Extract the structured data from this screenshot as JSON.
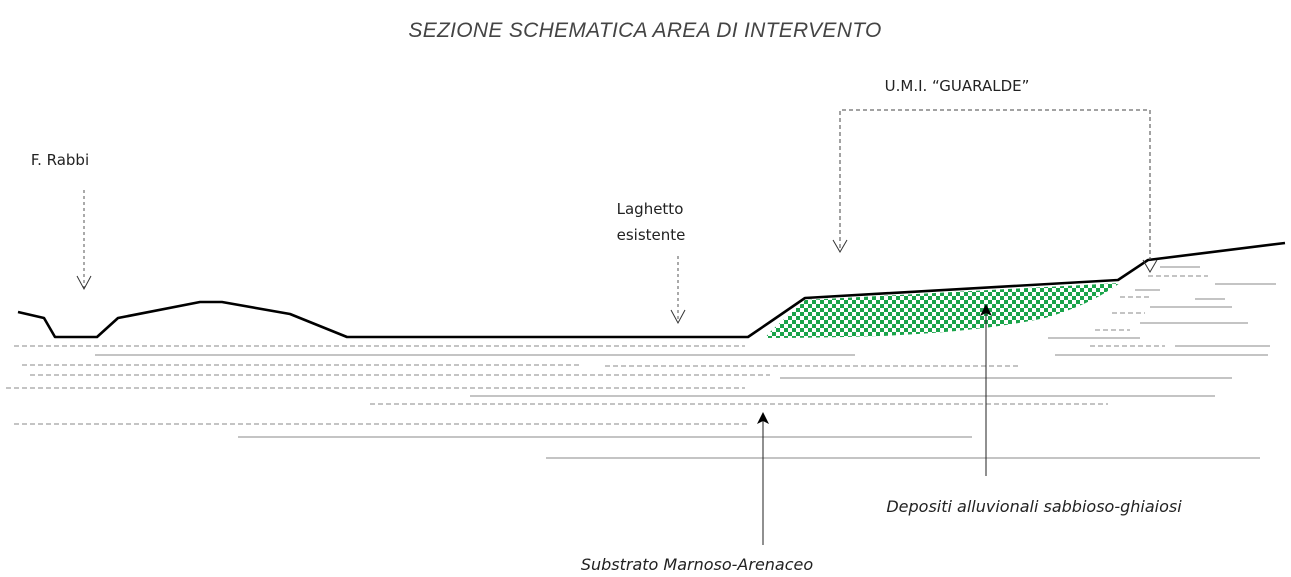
{
  "title": "SEZIONE SCHEMATICA AREA DI INTERVENTO",
  "labels": {
    "umi": "U.M.I. “GUARALDE”",
    "river": "F. Rabbi",
    "lake_line1": "Laghetto",
    "lake_line2": "esistente",
    "deposits": "Depositi alluvionali sabbioso-ghiaiosi",
    "substrate": "Substrato Marnoso-Arenaceo"
  },
  "colors": {
    "ground": "#000000",
    "deposit_green": "#1aa34a",
    "strata": "#888888"
  }
}
